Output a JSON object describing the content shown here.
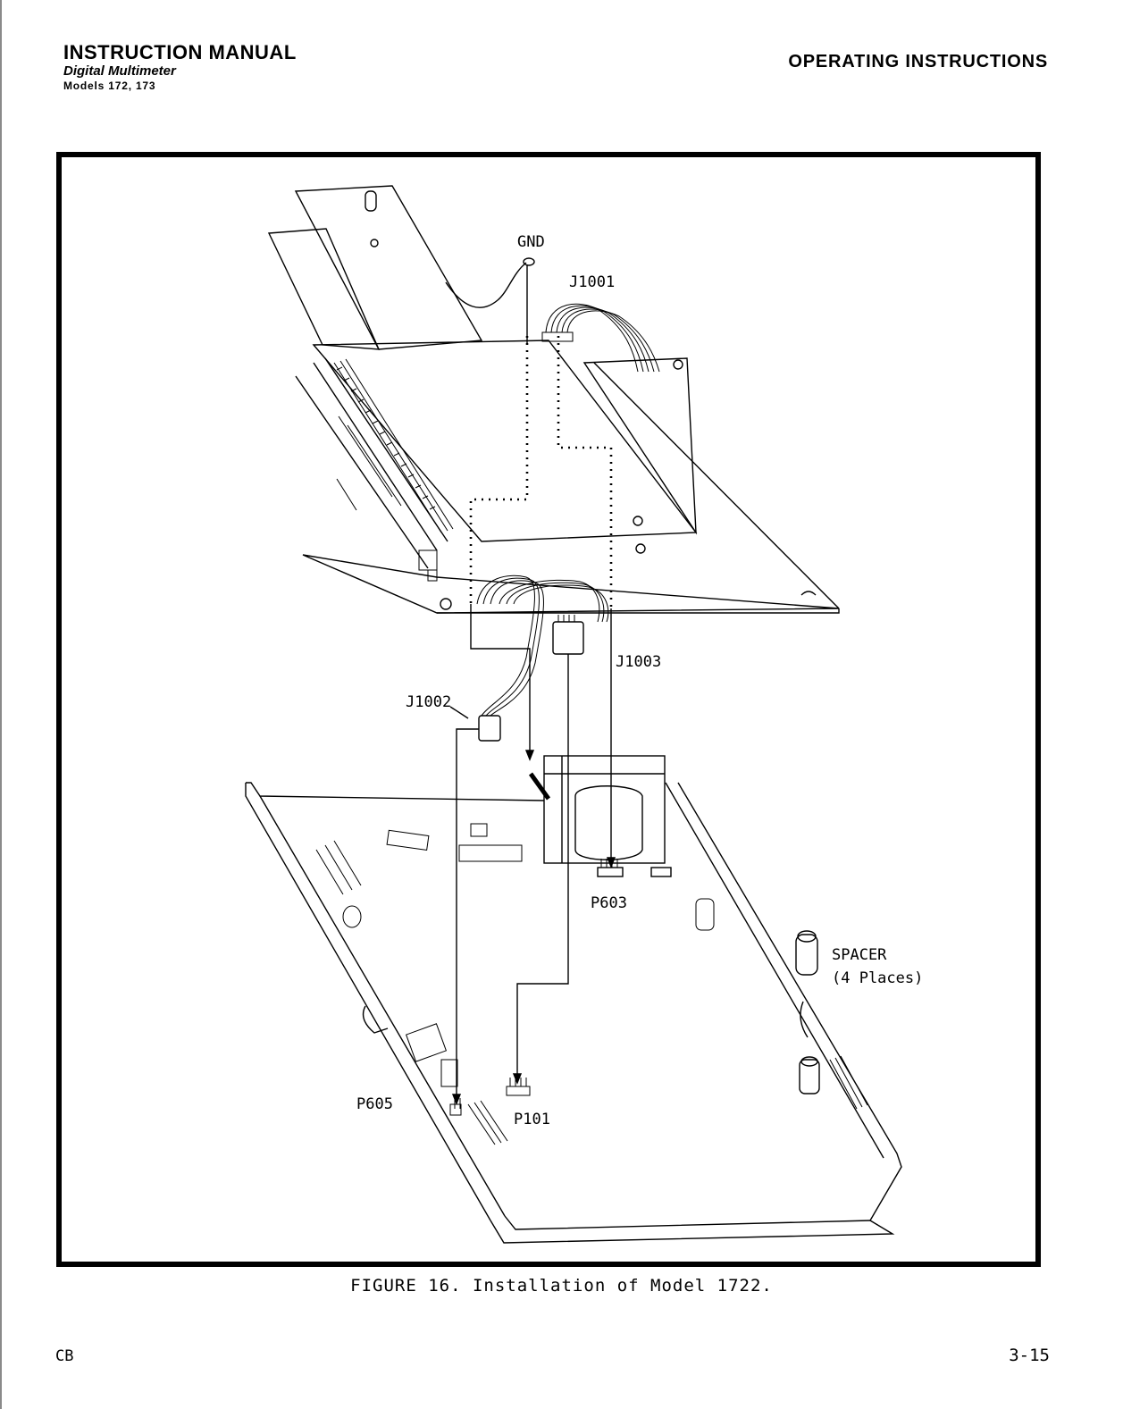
{
  "header": {
    "title": "INSTRUCTION MANUAL",
    "subtitle": "Digital Multimeter",
    "models": "Models 172, 173",
    "section": "OPERATING INSTRUCTIONS"
  },
  "figure": {
    "labels": {
      "gnd": "GND",
      "j1001": "J1001",
      "j1002": "J1002",
      "j1003": "J1003",
      "p603": "P603",
      "p101": "P101",
      "p605": "P605",
      "spacer": "SPACER",
      "spacer_places": "(4 Places)"
    },
    "caption": "FIGURE 16.   Installation of Model 1722."
  },
  "footer": {
    "left": "CB",
    "page_number": "3-15"
  }
}
